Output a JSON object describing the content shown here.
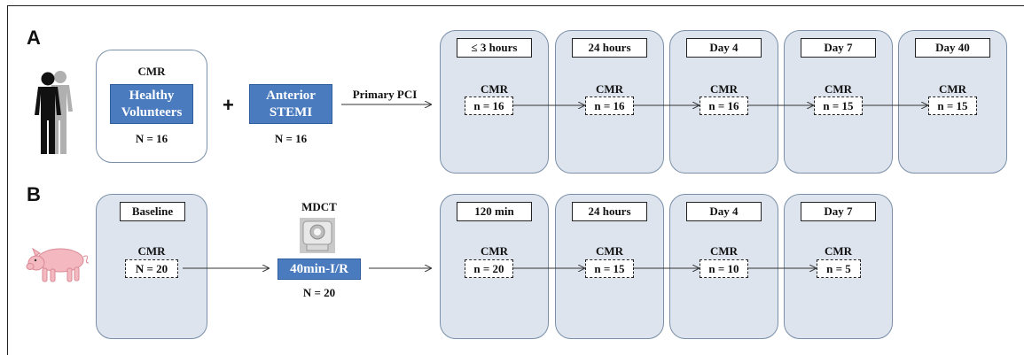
{
  "panel_a": {
    "letter": "A",
    "cohort": {
      "cmr_label": "CMR",
      "group_lines": [
        "Healthy",
        "Volunteers"
      ],
      "n_label": "N = 16"
    },
    "plus": "+",
    "patients": {
      "group_lines": [
        "Anterior",
        "STEMI"
      ],
      "n_label": "N = 16"
    },
    "transition_label": "Primary PCI",
    "timepoints": [
      {
        "label": "≤ 3 hours",
        "cmr": "CMR",
        "n": "n = 16"
      },
      {
        "label": "24 hours",
        "cmr": "CMR",
        "n": "n = 16"
      },
      {
        "label": "Day 4",
        "cmr": "CMR",
        "n": "n = 16"
      },
      {
        "label": "Day 7",
        "cmr": "CMR",
        "n": "n = 15"
      },
      {
        "label": "Day 40",
        "cmr": "CMR",
        "n": "n = 15"
      }
    ]
  },
  "panel_b": {
    "letter": "B",
    "baseline": {
      "label": "Baseline",
      "cmr": "CMR",
      "n": "N = 20"
    },
    "imaging_label": "MDCT",
    "intervention": {
      "label": "40min-I/R",
      "n_label": "N = 20"
    },
    "timepoints": [
      {
        "label": "120 min",
        "cmr": "CMR",
        "n": "n = 20"
      },
      {
        "label": "24 hours",
        "cmr": "CMR",
        "n": "n = 15"
      },
      {
        "label": "Day 4",
        "cmr": "CMR",
        "n": "n = 10"
      },
      {
        "label": "Day 7",
        "cmr": "CMR",
        "n": "n = 5"
      }
    ]
  },
  "colors": {
    "stage_fill": "#dde4ee",
    "stage_border": "#7a8fa8",
    "group_fill": "#4a7bbf",
    "arrow": "#333333"
  },
  "icons": {
    "humans": "human-silhouettes-icon",
    "pig": "pig-icon",
    "scanner": "ct-scanner-icon"
  }
}
